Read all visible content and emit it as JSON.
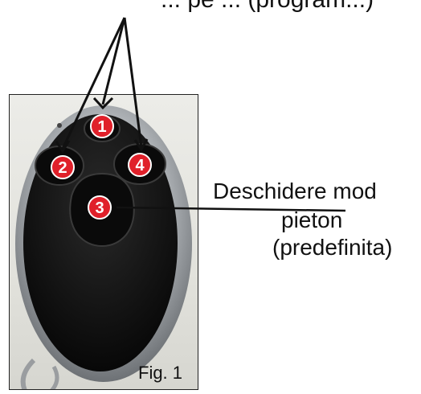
{
  "labels": {
    "top": "... pe ... (program...)",
    "pedestrian_line1": "Deschidere mod",
    "pedestrian_line2": "pieton",
    "pedestrian_line3": "(predefinita)",
    "figure": "Fig. 1"
  },
  "buttons": [
    {
      "number": "1"
    },
    {
      "number": "2"
    },
    {
      "number": "3"
    },
    {
      "number": "4"
    }
  ],
  "colors": {
    "badge": "#e0202a",
    "key_body": "#121212",
    "chrome": "#b8bcc0",
    "arrow": "#111111"
  }
}
